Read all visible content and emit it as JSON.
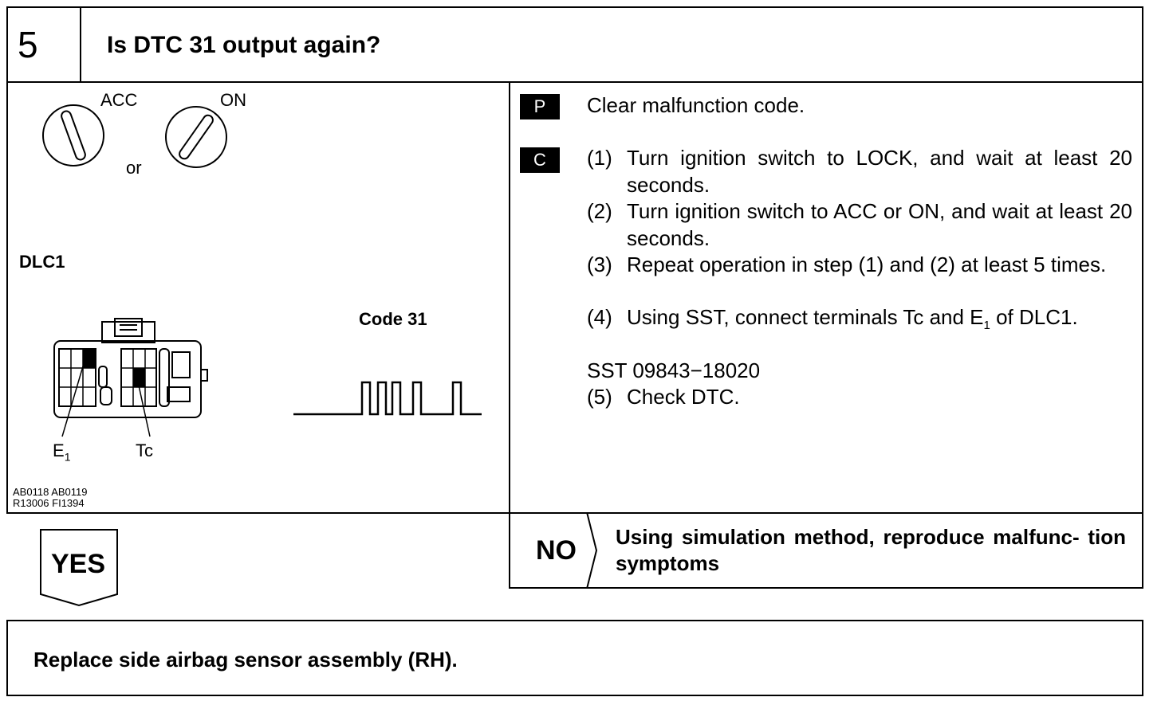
{
  "step": {
    "number": "5",
    "question": "Is DTC 31 output again?"
  },
  "illustration": {
    "switch_acc_label": "ACC",
    "switch_on_label": "ON",
    "or_label": "or",
    "connector_label": "DLC1",
    "terminal_e1_label": "E",
    "terminal_e1_sub": "1",
    "terminal_tc_label": "Tc",
    "code_label": "Code 31",
    "figure_refs": [
      "AB0118 AB0119",
      "R13006 FI1394"
    ]
  },
  "procedure": {
    "p_badge": "P",
    "p_text": "Clear malfunction code.",
    "c_badge": "C",
    "items": [
      {
        "num": "(1)",
        "text": "Turn ignition switch to LOCK, and wait at least 20 seconds."
      },
      {
        "num": "(2)",
        "text": "Turn ignition switch to ACC or ON, and wait at least 20 seconds."
      },
      {
        "num": "(3)",
        "text": "Repeat operation in step (1) and (2) at least 5 times."
      },
      {
        "num": "(4)",
        "text_before": "Using SST, connect terminals Tc and E",
        "text_sub": "1",
        "text_after": " of DLC1."
      },
      {
        "num": "(5)",
        "text": "Check DTC."
      }
    ],
    "sst_text": "SST 09843−18020"
  },
  "branches": {
    "yes_label": "YES",
    "no_label": "NO",
    "no_text": "Using simulation method, reproduce malfunc- tion symptoms"
  },
  "result": {
    "text": "Replace side airbag sensor assembly (RH)."
  }
}
